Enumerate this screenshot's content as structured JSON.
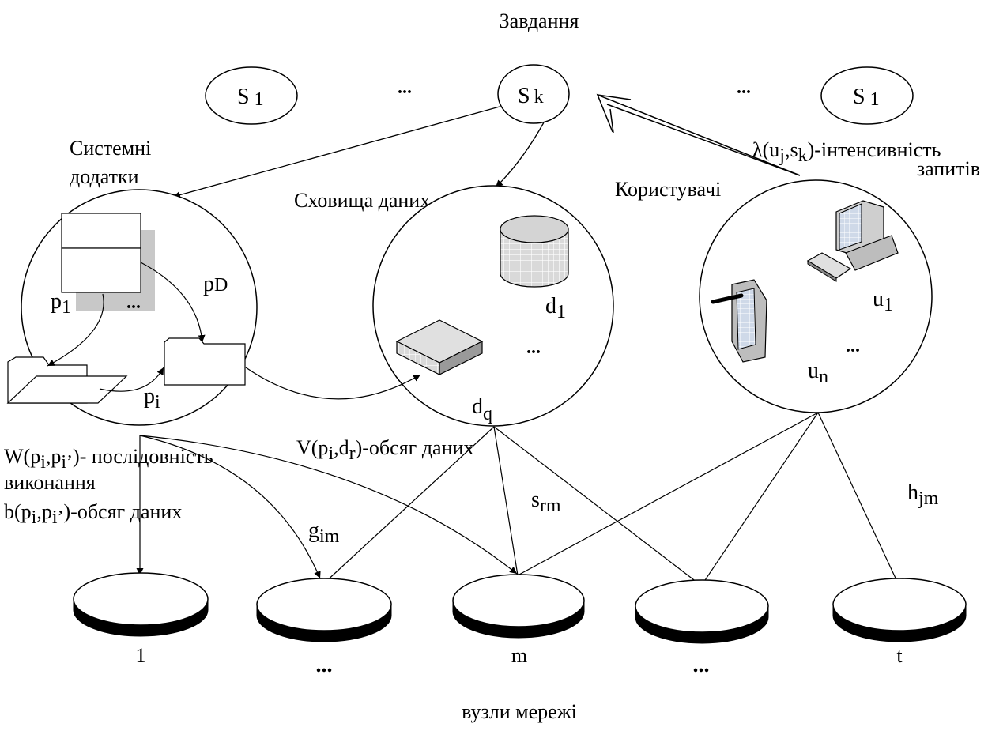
{
  "header": {
    "title": "Завдання",
    "footer": "вузли мережі"
  },
  "tasks": {
    "s1_left": {
      "main": "S",
      "sub": "1"
    },
    "sk": {
      "main": "S",
      "sub": "k"
    },
    "s1_right": {
      "main": "S",
      "sub": "1"
    },
    "dots_left": "...",
    "dots_right": "..."
  },
  "groups": {
    "system_apps_line1": "Системні",
    "system_apps_line2": "додатки",
    "data_storage": "Сховища даних",
    "users": "Користувачі"
  },
  "request_rate": {
    "lambda": "λ(u",
    "j": "j",
    "comma": ",s",
    "k": "k",
    "tail": ")-інтенсивність",
    "line2": "запитів"
  },
  "apps": {
    "pD_main": "p",
    "pD_sub": "D",
    "p1_main": "p",
    "p1_sub": "1",
    "pi_main": "p",
    "pi_sub": "i",
    "dots": "..."
  },
  "storage": {
    "d1_main": "d",
    "d1_sub": "1",
    "dq_main": "d",
    "dq_sub": "q",
    "dots": "..."
  },
  "user_labels": {
    "u1_main": "u",
    "u1_sub": "1",
    "un_main": "u",
    "un_sub": "n",
    "dots": "..."
  },
  "annotations": {
    "W_a": "W(p",
    "W_i": "i",
    "W_b": ",p",
    "W_i2": "i’",
    "W_tail": ")- послідовність",
    "W_line2": "виконання",
    "b_a": "b(p",
    "b_i": "i",
    "b_b": ",p",
    "b_i2": "i’",
    "b_tail": ")-обсяг даних",
    "V_a": "V(p",
    "V_i": "i",
    "V_b": ",d",
    "V_r": "r",
    "V_tail": ")-обсяг даних",
    "g_main": "g",
    "g_sub": "im",
    "s_main": "s",
    "s_sub": "rm",
    "h_main": "h",
    "h_sub": "jm"
  },
  "nodes": {
    "n1": "1",
    "n2": "...",
    "n3": "m",
    "n4": "...",
    "n5": "t"
  }
}
